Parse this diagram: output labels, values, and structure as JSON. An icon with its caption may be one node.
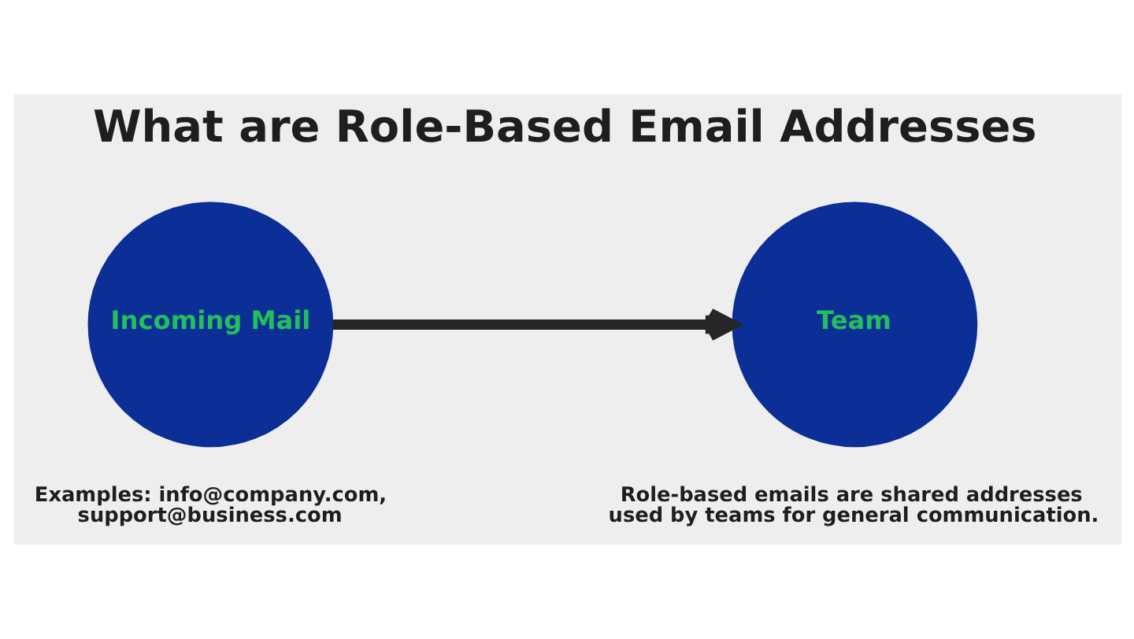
{
  "diagram": {
    "title": "What are Role-Based Email Addresses",
    "nodes": [
      {
        "text": [
          "Incoming Mail"
        ],
        "beside": [
          "Examples: info@company.com, support@business.com"
        ]
      },
      {
        "text": [
          "Team"
        ],
        "beside": [
          "Role-based emails are shared addresses used by teams for general communication."
        ]
      }
    ],
    "edges": [
      {
        "from": 0,
        "to": 1,
        "arrow": "to"
      }
    ]
  }
}
